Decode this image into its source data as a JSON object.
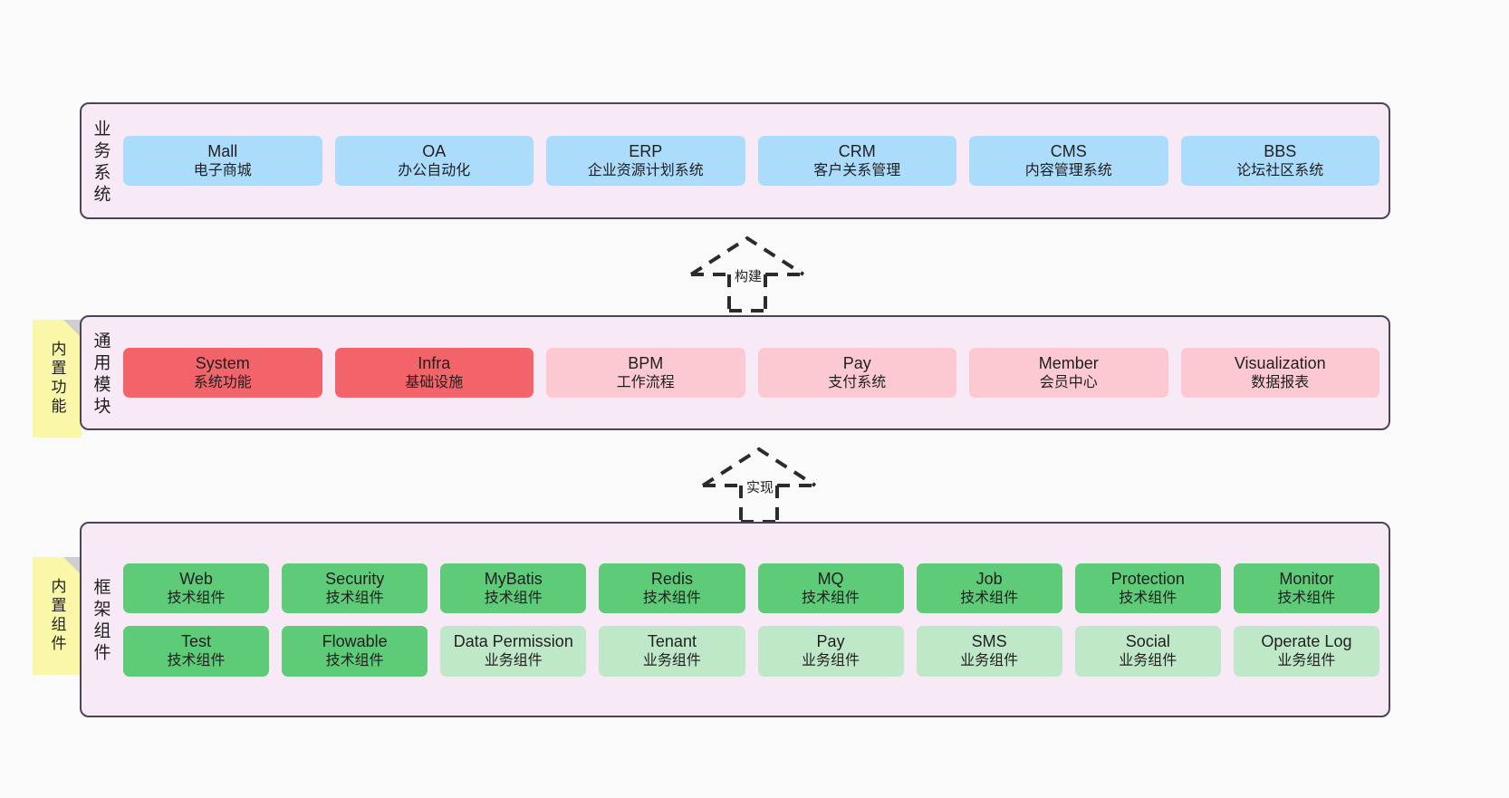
{
  "layers": [
    {
      "key": "business",
      "title": "业务系统",
      "nodes": [
        {
          "en": "Mall",
          "cn": "电子商城",
          "color": "blue"
        },
        {
          "en": "OA",
          "cn": "办公自动化",
          "color": "blue"
        },
        {
          "en": "ERP",
          "cn": "企业资源计划系统",
          "color": "blue"
        },
        {
          "en": "CRM",
          "cn": "客户关系管理",
          "color": "blue"
        },
        {
          "en": "CMS",
          "cn": "内容管理系统",
          "color": "blue"
        },
        {
          "en": "BBS",
          "cn": "论坛社区系统",
          "color": "blue"
        }
      ]
    },
    {
      "key": "common",
      "title": "通用模块",
      "sticky": "内置功能",
      "nodes": [
        {
          "en": "System",
          "cn": "系统功能",
          "color": "red"
        },
        {
          "en": "Infra",
          "cn": "基础设施",
          "color": "red"
        },
        {
          "en": "BPM",
          "cn": "工作流程",
          "color": "pink"
        },
        {
          "en": "Pay",
          "cn": "支付系统",
          "color": "pink"
        },
        {
          "en": "Member",
          "cn": "会员中心",
          "color": "pink"
        },
        {
          "en": "Visualization",
          "cn": "数据报表",
          "color": "pink"
        }
      ]
    },
    {
      "key": "framework",
      "title": "框架组件",
      "sticky": "内置组件",
      "rows": [
        [
          {
            "en": "Web",
            "cn": "技术组件",
            "color": "green"
          },
          {
            "en": "Security",
            "cn": "技术组件",
            "color": "green"
          },
          {
            "en": "MyBatis",
            "cn": "技术组件",
            "color": "green"
          },
          {
            "en": "Redis",
            "cn": "技术组件",
            "color": "green"
          },
          {
            "en": "MQ",
            "cn": "技术组件",
            "color": "green"
          },
          {
            "en": "Job",
            "cn": "技术组件",
            "color": "green"
          },
          {
            "en": "Protection",
            "cn": "技术组件",
            "color": "green"
          },
          {
            "en": "Monitor",
            "cn": "技术组件",
            "color": "green"
          }
        ],
        [
          {
            "en": "Test",
            "cn": "技术组件",
            "color": "green"
          },
          {
            "en": "Flowable",
            "cn": "技术组件",
            "color": "green"
          },
          {
            "en": "Data Permission",
            "cn": "业务组件",
            "color": "lgreen"
          },
          {
            "en": "Tenant",
            "cn": "业务组件",
            "color": "lgreen"
          },
          {
            "en": "Pay",
            "cn": "业务组件",
            "color": "lgreen"
          },
          {
            "en": "SMS",
            "cn": "业务组件",
            "color": "lgreen"
          },
          {
            "en": "Social",
            "cn": "业务组件",
            "color": "lgreen"
          },
          {
            "en": "Operate Log",
            "cn": "业务组件",
            "color": "lgreen"
          }
        ]
      ]
    }
  ],
  "arrows": [
    {
      "key": "build",
      "label": "构建"
    },
    {
      "key": "implement",
      "label": "实现"
    }
  ],
  "colors": {
    "canvas_background": "#fafafa",
    "layer_background": "#f7e9f5",
    "layer_border": "#4a4455",
    "sticky_note": "#fbf7a8",
    "blue": "#abdcfb",
    "red": "#f2646a",
    "pink": "#fcc9d2",
    "green": "#5ecb78",
    "light_green": "#bfe8c9",
    "arrow_stroke": "#2b2b2b"
  }
}
